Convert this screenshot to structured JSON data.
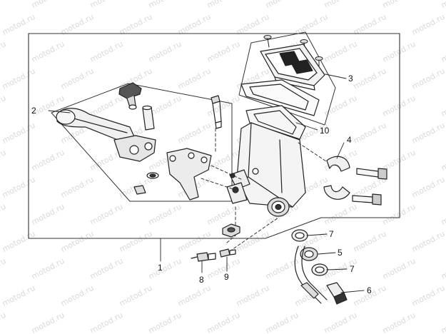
{
  "watermark": "motod.ru",
  "callouts": [
    {
      "id": "1",
      "label": "1"
    },
    {
      "id": "2",
      "label": "2"
    },
    {
      "id": "3",
      "label": "3"
    },
    {
      "id": "4",
      "label": "4"
    },
    {
      "id": "5",
      "label": "5"
    },
    {
      "id": "6",
      "label": "6"
    },
    {
      "id": "7a",
      "label": "7"
    },
    {
      "id": "7b",
      "label": "7"
    },
    {
      "id": "8",
      "label": "8"
    },
    {
      "id": "9",
      "label": "9"
    },
    {
      "id": "10",
      "label": "10"
    }
  ]
}
